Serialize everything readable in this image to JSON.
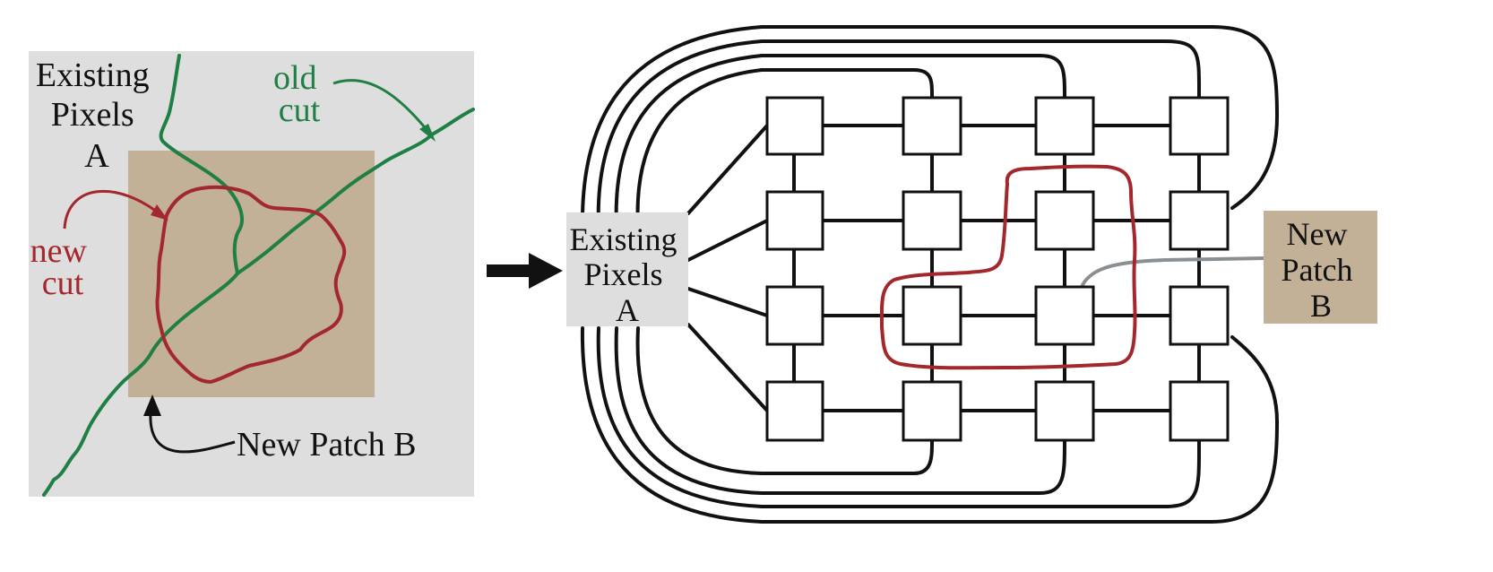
{
  "colors": {
    "background": "#ffffff",
    "panel_gray": "#dedede",
    "patch_tan": "#c2b097",
    "old_cut_green": "#1f7f45",
    "new_cut_red": "#a3282e",
    "black": "#000000",
    "link_gray": "#8a8f93"
  },
  "left_panel": {
    "existing_label": [
      "Existing",
      "Pixels",
      "A"
    ],
    "old_cut_label": [
      "old",
      "cut"
    ],
    "new_cut_label": [
      "new",
      "cut"
    ],
    "new_patch_label": "New Patch B"
  },
  "right_panel": {
    "source_label": [
      "Existing",
      "Pixels",
      "A"
    ],
    "sink_label": [
      "New",
      "Patch",
      "B"
    ],
    "grid": {
      "rows": 4,
      "cols": 4
    }
  },
  "icons": {
    "arrow": "arrow-right-icon"
  }
}
